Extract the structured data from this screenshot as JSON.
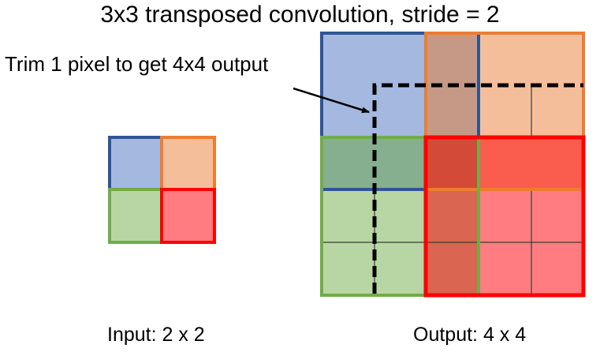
{
  "title": "3x3 transposed convolution, stride = 2",
  "annotation": "Trim 1 pixel to get 4x4 output",
  "input_caption": "Input: 2 x 2",
  "output_caption": "Output: 4 x 4",
  "colors": {
    "blue_fill": "#A4B8E0",
    "blue_border": "#2E5597",
    "orange_fill": "#F5BE9B",
    "orange_border": "#EC7D31",
    "green_fill": "#B8D6A4",
    "green_border": "#70AD47",
    "red_fill": "#FF7C80",
    "red_border": "#FF0000",
    "overlap_blue_orange": "#C69986",
    "overlap_blue_green": "#85AF8F",
    "overlap_orange_red": "#FA5D4E",
    "overlap_green_red": "#DA6550",
    "overlap_all": "#D44A38"
  }
}
